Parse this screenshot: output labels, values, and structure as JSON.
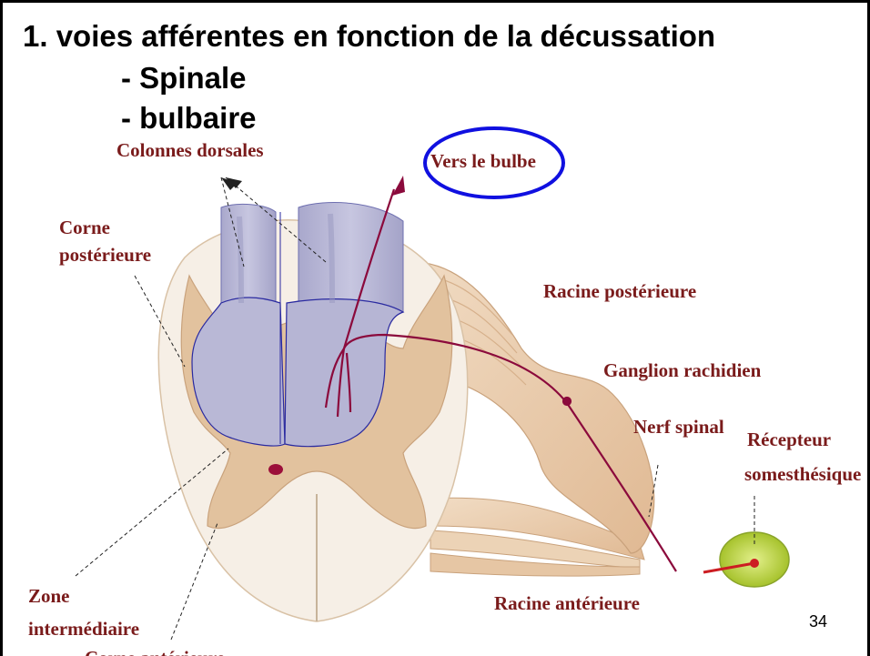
{
  "slide": {
    "title": "1. voies afférentes en fonction de la décussation",
    "subtitle_1": "- Spinale",
    "subtitle_2": "- bulbaire",
    "page_number": "34"
  },
  "diagram": {
    "labels": {
      "colonnes_dorsales": "Colonnes dorsales",
      "vers_le_bulbe": "Vers le bulbe",
      "corne_posterieure_1": "Corne",
      "corne_posterieure_2": "postérieure",
      "racine_posterieure": "Racine postérieure",
      "ganglion_rachidien": "Ganglion rachidien",
      "nerf_spinal": "Nerf spinal",
      "recepteur_1": "Récepteur",
      "recepteur_2": "somesthésique",
      "zone_intermediaire_1": "Zone",
      "zone_intermediaire_2": "intermédiaire",
      "racine_anterieure": "Racine antérieure",
      "corne_anterieure": "Corne antérieure"
    },
    "colors": {
      "label_text": "#7a1b1b",
      "white_matter": "#f6efe6",
      "grey_matter": "#e2c29e",
      "dorsal_columns": "#b9b8d6",
      "nerve_fiber": "#8b0a3c",
      "highlight_ellipse": "#1010e0",
      "receptor": "#b9d23a"
    }
  }
}
